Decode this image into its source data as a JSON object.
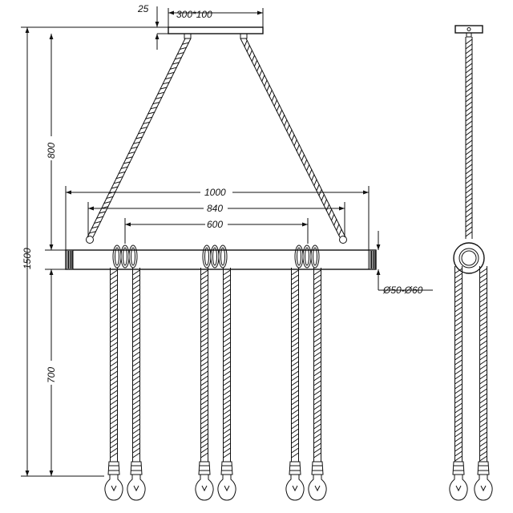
{
  "dimensions": {
    "canopy_thickness": "25",
    "canopy_size": "300*100",
    "total_height": "1500",
    "suspension_height": "800",
    "cord_length": "700",
    "bar_length": "1000",
    "hook_spacing": "840",
    "inner_spacing": "600",
    "bar_diameter": "Ø50-Ø60"
  }
}
